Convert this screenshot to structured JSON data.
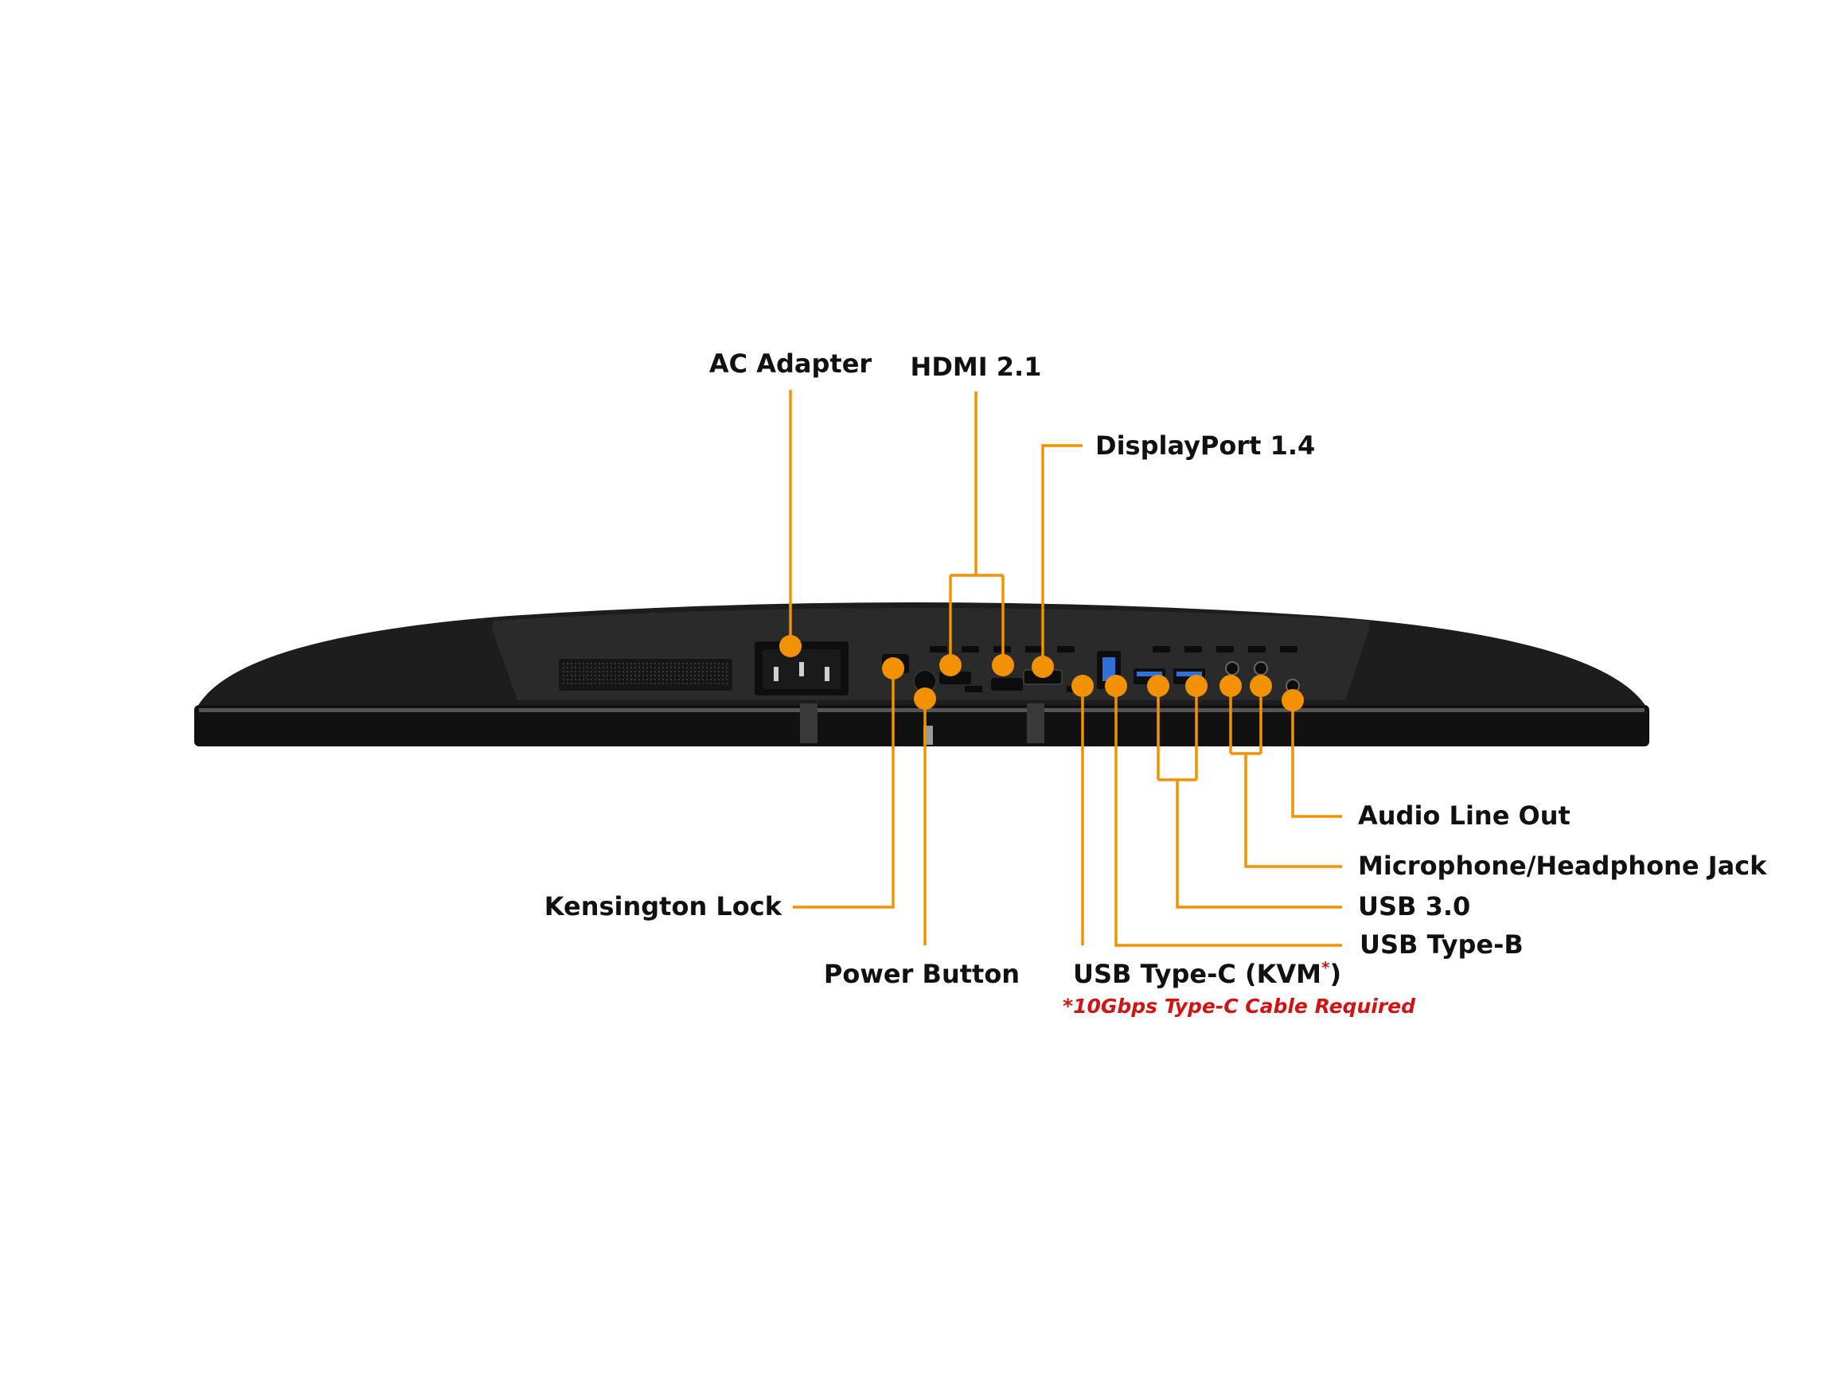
{
  "colors": {
    "accent": "#F39200",
    "note": "#D01414",
    "monitor_body": "#1d1d1d",
    "monitor_dark": "#111111",
    "background": "#FFFFFF"
  },
  "labels": {
    "ac_adapter": "AC Adapter",
    "hdmi": "HDMI 2.1",
    "displayport": "DisplayPort 1.4",
    "kensington": "Kensington Lock",
    "power_button": "Power Button",
    "usb_c_prefix": "USB Type-C (KVM",
    "usb_c_asterisk": "*",
    "usb_c_suffix": ")",
    "usb_c_note": "*10Gbps Type-C Cable Required",
    "usb_b": "USB Type-B",
    "usb30": "USB 3.0",
    "mic_jack": "Microphone/Headphone Jack",
    "audio_out": "Audio Line Out"
  }
}
